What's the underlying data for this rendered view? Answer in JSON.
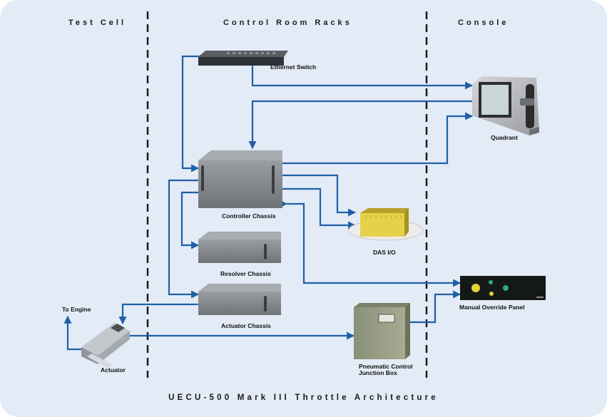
{
  "sections": {
    "test_cell": "Test Cell",
    "control_room": "Control Room Racks",
    "console": "Console"
  },
  "components": {
    "ethernet_switch": "Ethernet Switch",
    "quadrant": "Quadrant",
    "controller_chassis": "Controller Chassis",
    "das_io": "DAS I/O",
    "resolver_chassis": "Resolver Chassis",
    "actuator_chassis": "Actuator Chassis",
    "manual_override_panel": "Manual Override Panel",
    "to_engine": "To Engine",
    "actuator": "Actuator",
    "pneumatic_line1": "Pneumatic Control",
    "pneumatic_line2": "Junction Box"
  },
  "caption": "UECU-500 Mark III Throttle Architecture",
  "colors": {
    "background": "#e3ebf7",
    "connector": "#1f5fa6",
    "divider": "#1a1a1a"
  }
}
